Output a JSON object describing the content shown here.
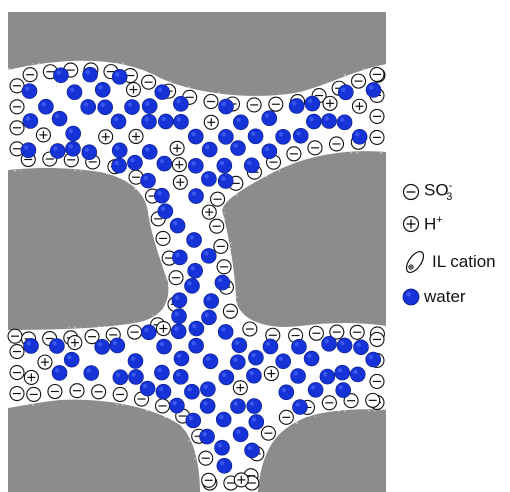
{
  "legend": {
    "sulfonate": {
      "base": "SO",
      "sup": "-",
      "sub": "3",
      "icon": "sulfonate-icon"
    },
    "proton": {
      "base": "H",
      "sup": "+",
      "icon": "proton-icon"
    },
    "il_cation": {
      "label": "IL cation",
      "icon": "il-cation-icon"
    },
    "water": {
      "label": "water",
      "icon": "water-icon"
    }
  },
  "colors": {
    "polymer": "#8c8c8c",
    "water": "#1533d6",
    "channel": "#ffffff",
    "outline": "#111111"
  }
}
